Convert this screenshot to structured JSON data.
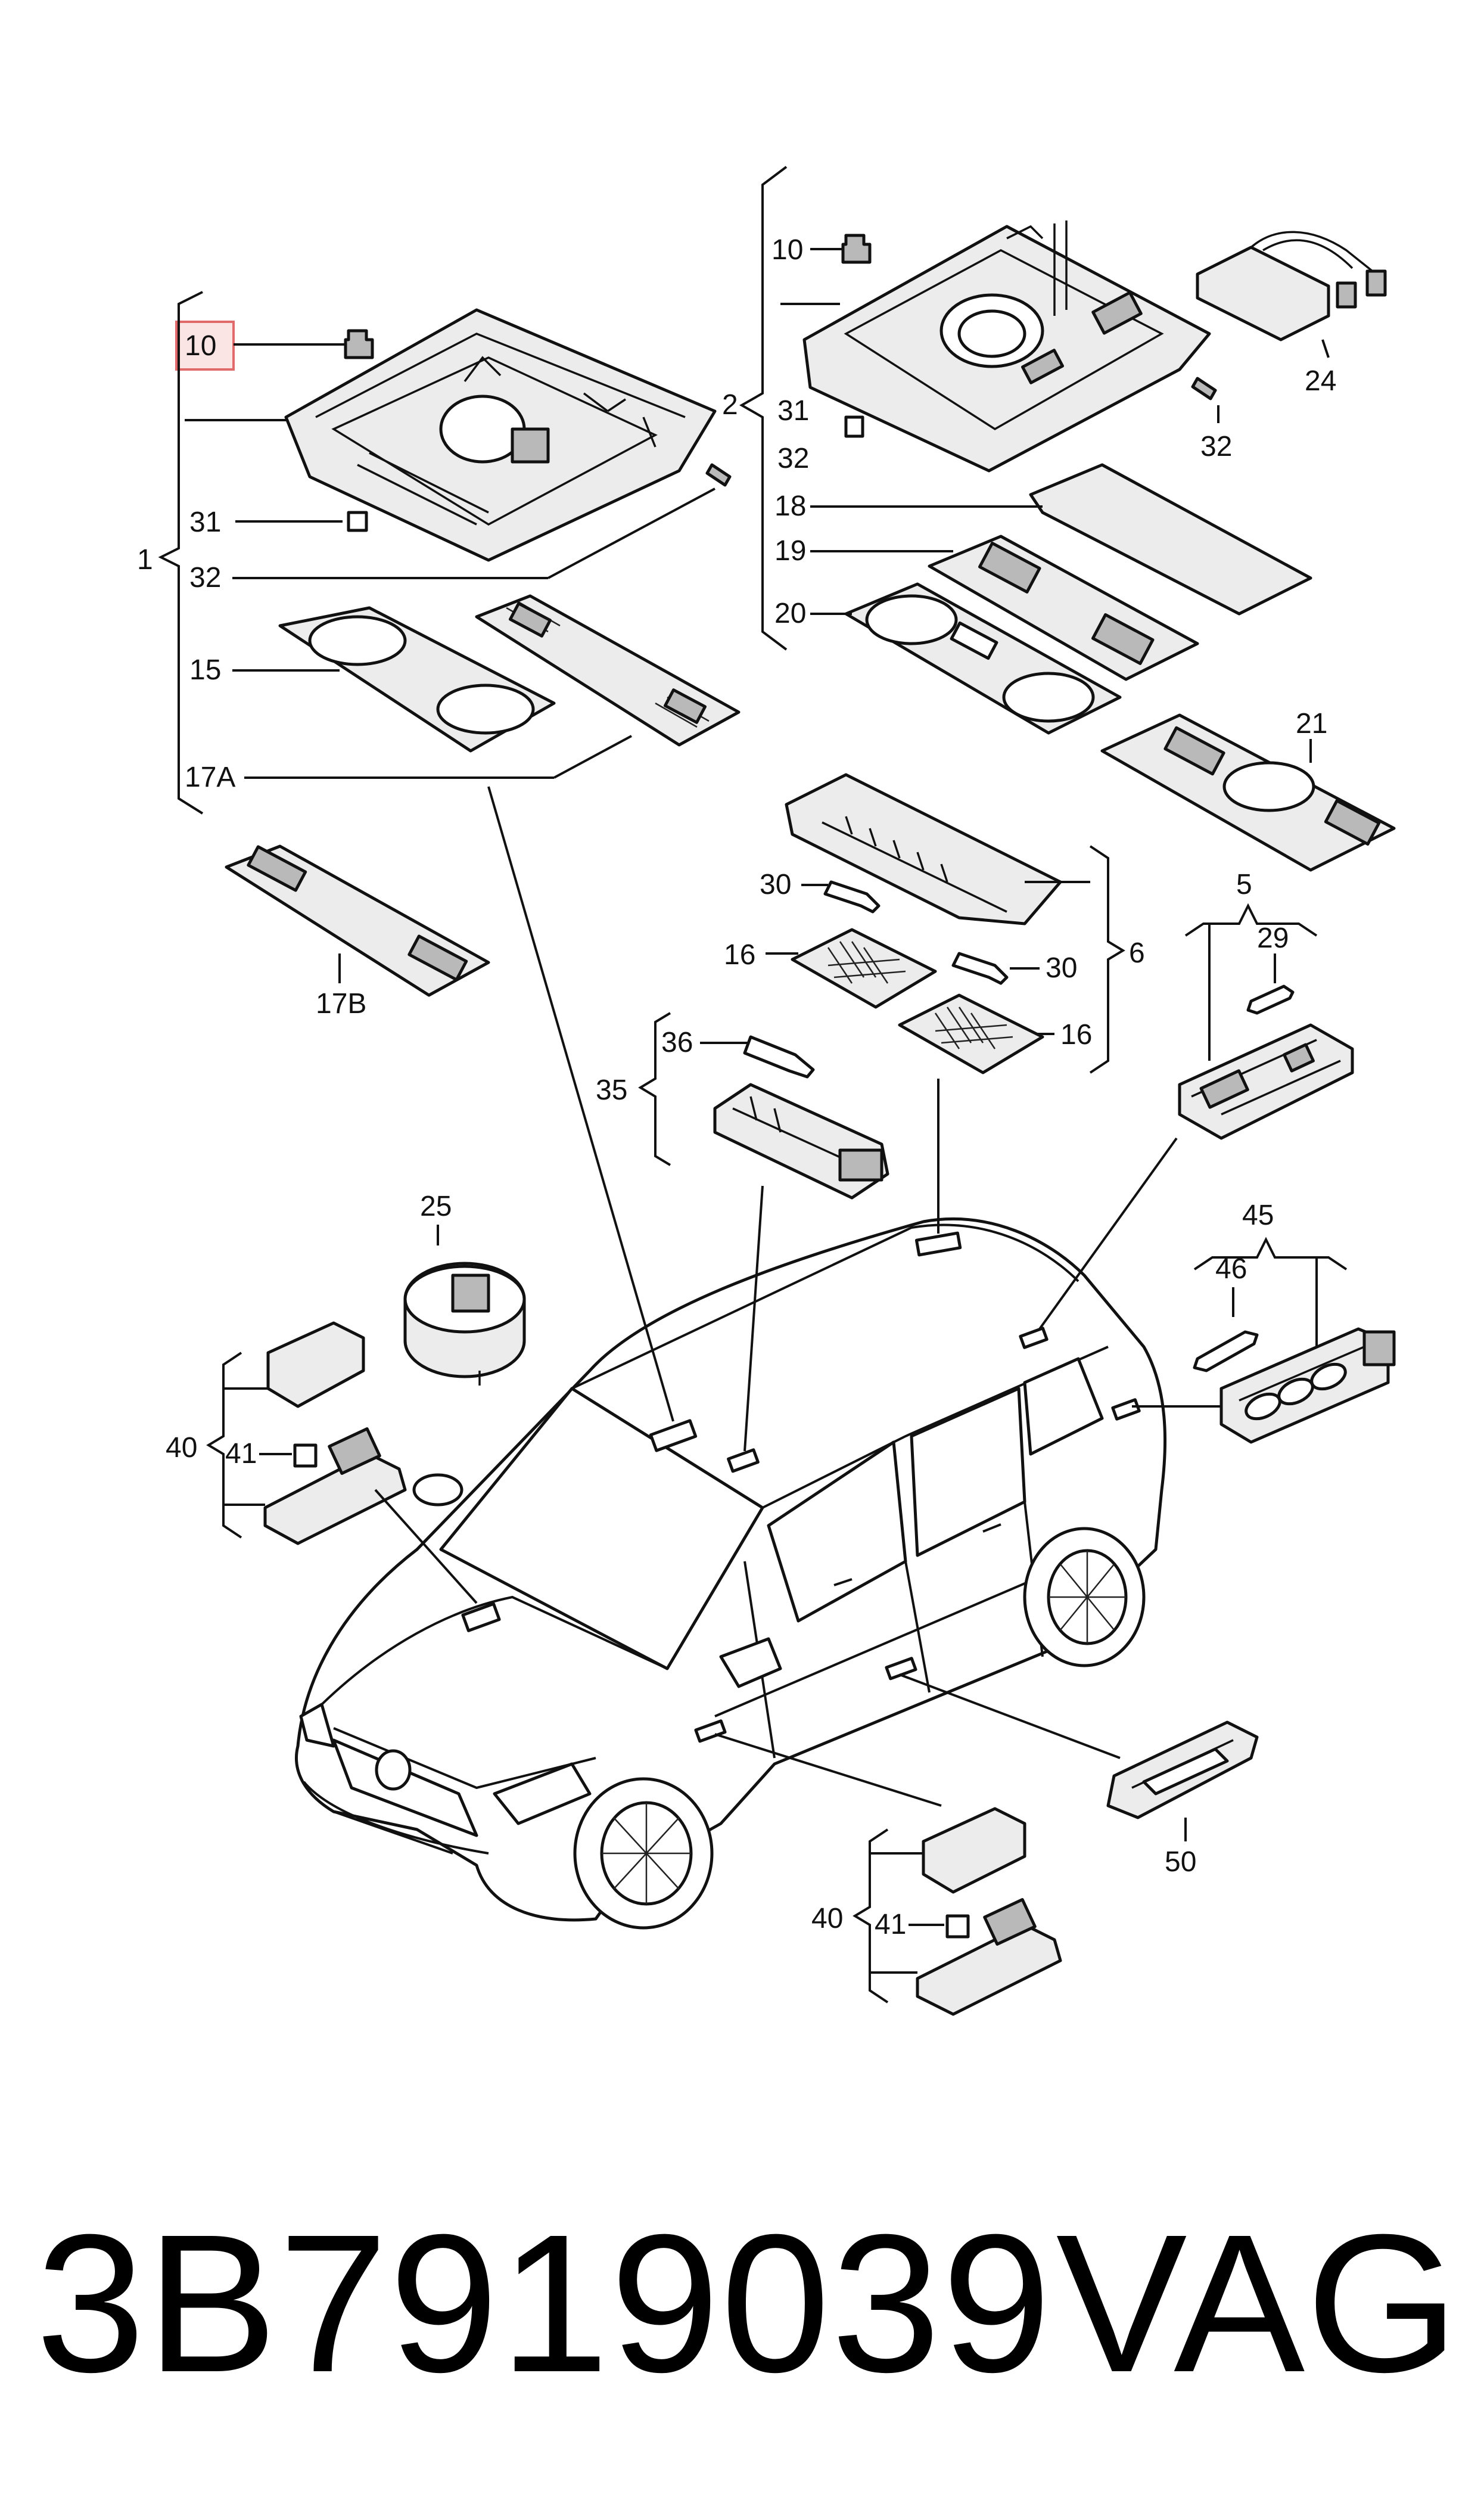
{
  "diagram": {
    "callouts": {
      "c10a": "10",
      "c1": "1",
      "c31a": "31",
      "c32a": "32",
      "c15": "15",
      "c17A": "17A",
      "c17B": "17B",
      "c10b": "10",
      "c2": "2",
      "c31b": "31",
      "c32b": "32",
      "c24": "24",
      "c32c": "32",
      "c18": "18",
      "c19": "19",
      "c20": "20",
      "c21": "21",
      "c30a": "30",
      "c16a": "16",
      "c30b": "30",
      "c6": "6",
      "c16b": "16",
      "c5": "5",
      "c29": "29",
      "c36": "36",
      "c35": "35",
      "c25": "25",
      "c45": "45",
      "c46": "46",
      "c40a": "40",
      "c41a": "41",
      "c40b": "40",
      "c41b": "41",
      "c50": "50"
    },
    "highlighted_callout": "10",
    "highlight_color": "#e06a6a"
  },
  "footer": {
    "part_number": "3B7919039",
    "brand": "VAG"
  }
}
